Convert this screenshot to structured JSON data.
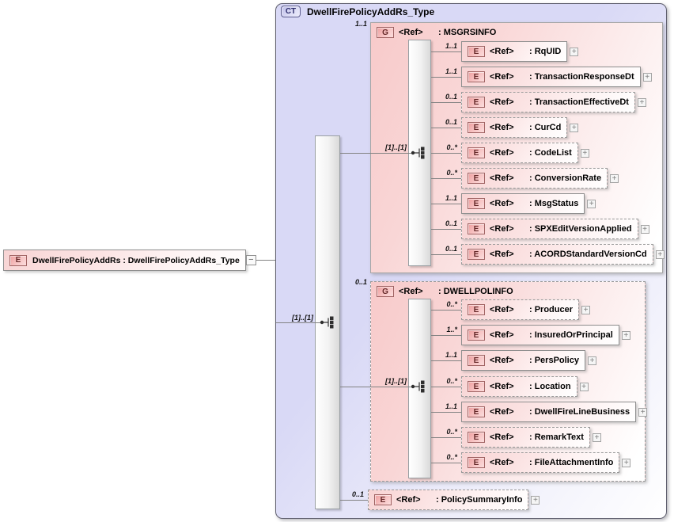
{
  "icons": {
    "expand": "+",
    "collapse": "−"
  },
  "colors": {
    "ct_fill": "#d9d9f6",
    "ct_border": "#5f5f6e",
    "group_fill": "#f8caca",
    "element_fill": "#f8d4d4",
    "badge_border": "#a06363",
    "connector": "#828282"
  },
  "root": {
    "badge": "E",
    "label": "DwellFirePolicyAddRs : DwellFirePolicyAddRs_Type"
  },
  "ct": {
    "badge": "CT",
    "title": "DwellFirePolicyAddRs_Type",
    "seq_cardinality": "[1]..[1]"
  },
  "msgrsinfo": {
    "cardinality": "1..1",
    "badge": "G",
    "ref": "<Ref>",
    "name": ": MSGRSINFO",
    "seq_cardinality": "[1]..[1]",
    "elements": [
      {
        "badge": "E",
        "ref": "<Ref>",
        "name": ": RqUID",
        "cardinality": "1..1"
      },
      {
        "badge": "E",
        "ref": "<Ref>",
        "name": ": TransactionResponseDt",
        "cardinality": "1..1"
      },
      {
        "badge": "E",
        "ref": "<Ref>",
        "name": ": TransactionEffectiveDt",
        "cardinality": "0..1"
      },
      {
        "badge": "E",
        "ref": "<Ref>",
        "name": ": CurCd",
        "cardinality": "0..1"
      },
      {
        "badge": "E",
        "ref": "<Ref>",
        "name": ": CodeList",
        "cardinality": "0..*"
      },
      {
        "badge": "E",
        "ref": "<Ref>",
        "name": ": ConversionRate",
        "cardinality": "0..*"
      },
      {
        "badge": "E",
        "ref": "<Ref>",
        "name": ": MsgStatus",
        "cardinality": "1..1"
      },
      {
        "badge": "E",
        "ref": "<Ref>",
        "name": ": SPXEditVersionApplied",
        "cardinality": "0..1"
      },
      {
        "badge": "E",
        "ref": "<Ref>",
        "name": ": ACORDStandardVersionCd",
        "cardinality": "0..1"
      }
    ]
  },
  "dwellpolinfo": {
    "cardinality": "0..1",
    "badge": "G",
    "ref": "<Ref>",
    "name": ": DWELLPOLINFO",
    "seq_cardinality": "[1]..[1]",
    "elements": [
      {
        "badge": "E",
        "ref": "<Ref>",
        "name": ": Producer",
        "cardinality": "0..*"
      },
      {
        "badge": "E",
        "ref": "<Ref>",
        "name": ": InsuredOrPrincipal",
        "cardinality": "1..*"
      },
      {
        "badge": "E",
        "ref": "<Ref>",
        "name": ": PersPolicy",
        "cardinality": "1..1"
      },
      {
        "badge": "E",
        "ref": "<Ref>",
        "name": ": Location",
        "cardinality": "0..*"
      },
      {
        "badge": "E",
        "ref": "<Ref>",
        "name": ": DwellFireLineBusiness",
        "cardinality": "1..1"
      },
      {
        "badge": "E",
        "ref": "<Ref>",
        "name": ": RemarkText",
        "cardinality": "0..*"
      },
      {
        "badge": "E",
        "ref": "<Ref>",
        "name": ": FileAttachmentInfo",
        "cardinality": "0..*"
      }
    ]
  },
  "policy_summary": {
    "cardinality": "0..1",
    "badge": "E",
    "ref": "<Ref>",
    "name": ": PolicySummaryInfo"
  }
}
